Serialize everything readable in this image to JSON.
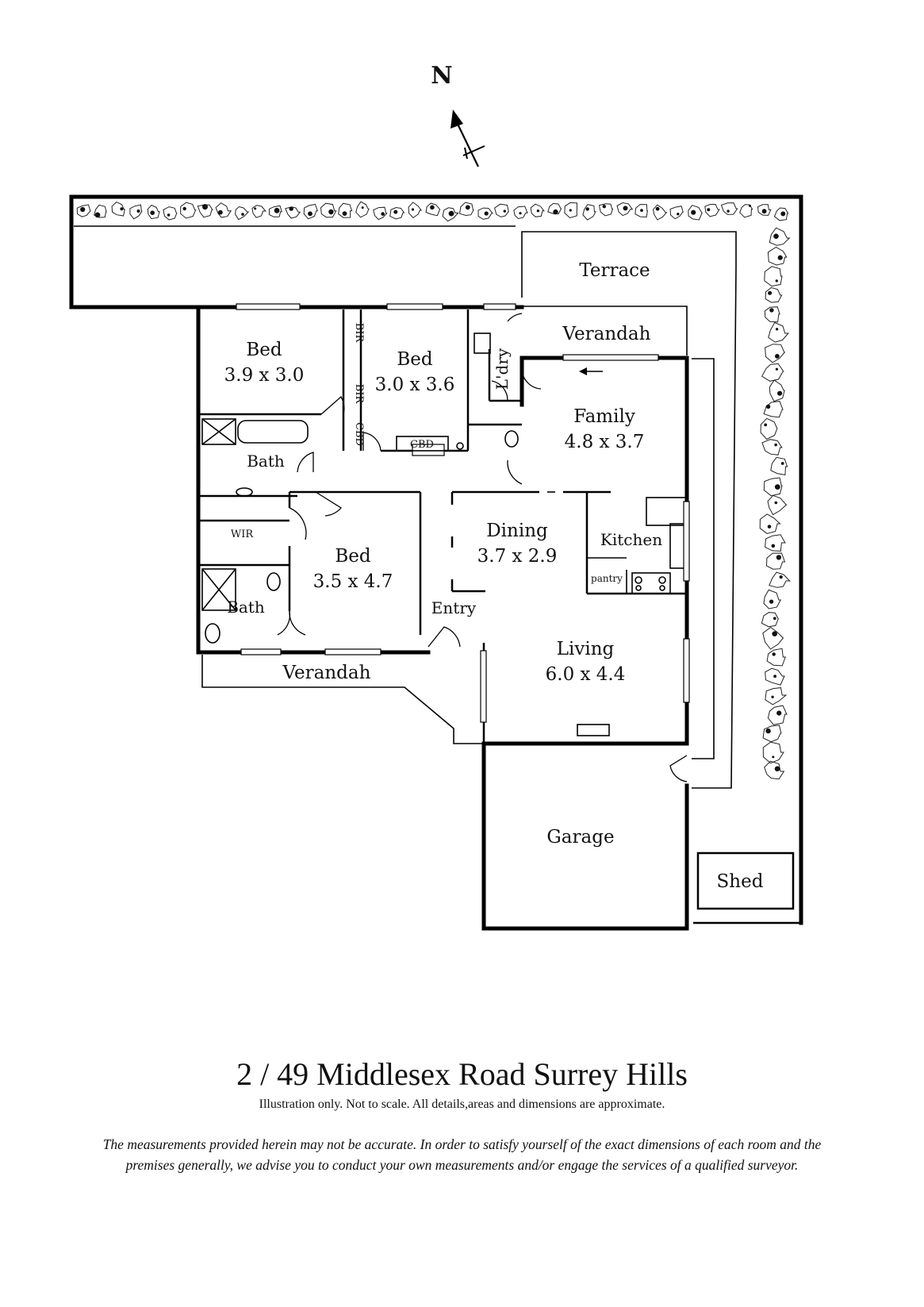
{
  "north": "N",
  "rooms": {
    "terrace": "Terrace",
    "verandah_top": "Verandah",
    "laundry": "L'dry",
    "bed1_name": "Bed",
    "bed1_size": "3.9 x 3.0",
    "bed2_name": "Bed",
    "bed2_size": "3.0 x 3.6",
    "bir1": "BIR",
    "bir2": "BIR",
    "cbd_vertical": "CBD",
    "cbd_horizontal": "CBD",
    "family_name": "Family",
    "family_size": "4.8 x 3.7",
    "bath1": "Bath",
    "wir": "WIR",
    "bed3_name": "Bed",
    "bed3_size": "3.5 x 4.7",
    "dining_name": "Dining",
    "dining_size": "3.7 x 2.9",
    "kitchen": "Kitchen",
    "pantry": "pantry",
    "bath2": "Bath",
    "entry": "Entry",
    "living_name": "Living",
    "living_size": "6.0 x 4.4",
    "verandah_bottom": "Verandah",
    "garage": "Garage",
    "shed": "Shed"
  },
  "footer": {
    "address": "2 / 49 Middlesex Road Surrey Hills",
    "note": "Illustration only. Not to scale. All details,areas and dimensions are approximate.",
    "disclaimer_line1": "The measurements provided herein may not be accurate. In order to satisfy yourself of the exact dimensions of each room and the",
    "disclaimer_line2": "premises generally, we advise you to conduct your own measurements and/or engage the services of a qualified surveyor."
  }
}
